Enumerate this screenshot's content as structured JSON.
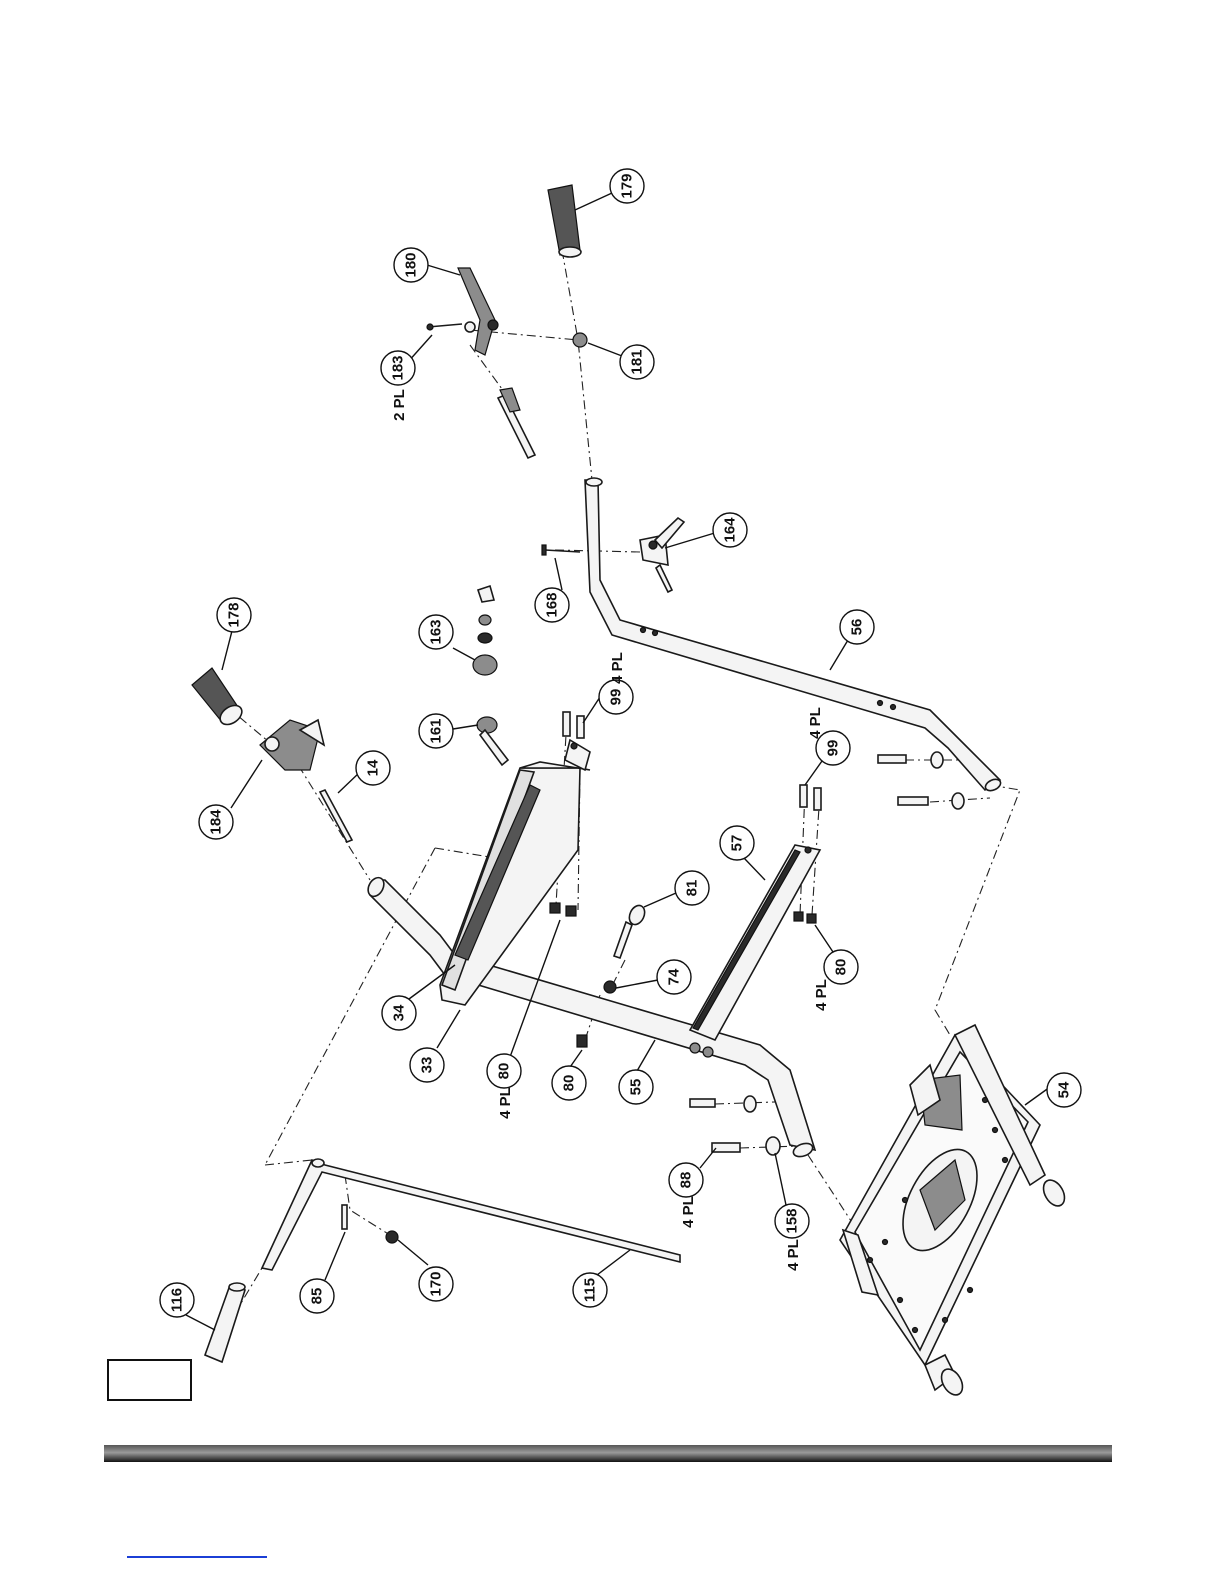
{
  "callouts": {
    "c178": "178",
    "c184": "184",
    "c14": "14",
    "c161": "161",
    "c163": "163",
    "c99a": "99",
    "c34": "34",
    "c33": "33",
    "c80a": "80",
    "c80b": "80",
    "c55": "55",
    "c74": "74",
    "c81": "81",
    "c57": "57",
    "c80c": "80",
    "c99b": "99",
    "c56": "56",
    "c168": "168",
    "c164": "164",
    "c179": "179",
    "c180": "180",
    "c183": "183",
    "c181": "181",
    "c54": "54",
    "c88": "88",
    "c158": "158",
    "c116": "116",
    "c85": "85",
    "c170": "170",
    "c115": "115"
  },
  "quantities": {
    "q99a": "4 PL",
    "q80a": "4 PL",
    "q99b": "4 PL",
    "q80c": "4 PL",
    "q88": "4 PL",
    "q158": "4 PL",
    "q183": "2 PL"
  },
  "page_box": {
    "text": ""
  },
  "colors": {
    "line": "#1a1a1a",
    "footer_rule": "#6e6e6e",
    "link_underline": "#1b3fd6"
  }
}
